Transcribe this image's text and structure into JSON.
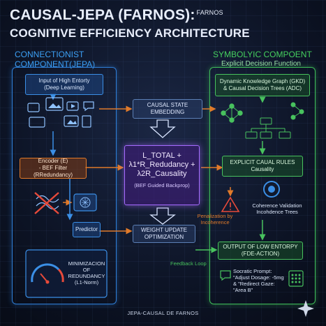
{
  "title": {
    "line1": "CAUSAL-JEPA (FARNOS):",
    "line1_suffix": "FARNOS",
    "line2": "COGNITIVE EFFICIENCY ARCHITECTURE"
  },
  "left_panel": {
    "heading_line1": "CONNECTIONIST",
    "heading_line2": "COMPONENT(JEPA)",
    "input_line1": "Input of High Entorty",
    "input_line2": "(Deep Learning)",
    "encoder_line1": "Encoder (E)",
    "encoder_line2": "- BEF Filter (RRedundancy)",
    "predictor": "Predictor",
    "gauge_line1": "MINIMIZACION",
    "gauge_line2": "OF REDUNDANCY",
    "gauge_line3": "(L1-Norm)"
  },
  "center": {
    "state_line1": "CAUSAL STATE",
    "state_line2": "EMBEDDING",
    "loss_line1": "L_TOTAL +",
    "loss_line2": "λ1*R_Redudancy +",
    "loss_line3": "λ2R_Causality",
    "loss_note": "(BEF Guided Backprop)",
    "weight_line1": "WEIGHT UPDATE",
    "weight_line2": "OPTIMIZATION",
    "penalization_line1": "Penalization by",
    "penalization_line2": "Incoherence",
    "feedback": "Feedback Loop"
  },
  "right_panel": {
    "heading_line1": "SYMBOLYIC COMPOENT",
    "heading_line2": "Explicit Decision Function",
    "gkd_line1": "Dynamic Knowledge Graph (GKD)",
    "gkd_line2": "& Causal Decision Trees (ADC)",
    "rules_line1": "EXPLICIT CAUAL RULES",
    "rules_line2": "Causality",
    "coherence_line1": "Coherence Validation",
    "coherence_line2": "Incohdence Trees",
    "output_line1": "OUTPUT OF LOW ENTORPY",
    "output_line2": "(FDE-ACTION)",
    "prompt_line1": "Socratic Prompt:",
    "prompt_line2": "\"Adjust Dosage: -5mg",
    "prompt_line3": "& \"Redirect Gaze: \"Area B\""
  },
  "footer": "JEPA-CAUSAL DE FARNOS",
  "colors": {
    "connectionist": "#2f7fd8",
    "symbolic": "#3fbf5a",
    "loss": "#a66bff",
    "arrow": "#e07a2a"
  }
}
